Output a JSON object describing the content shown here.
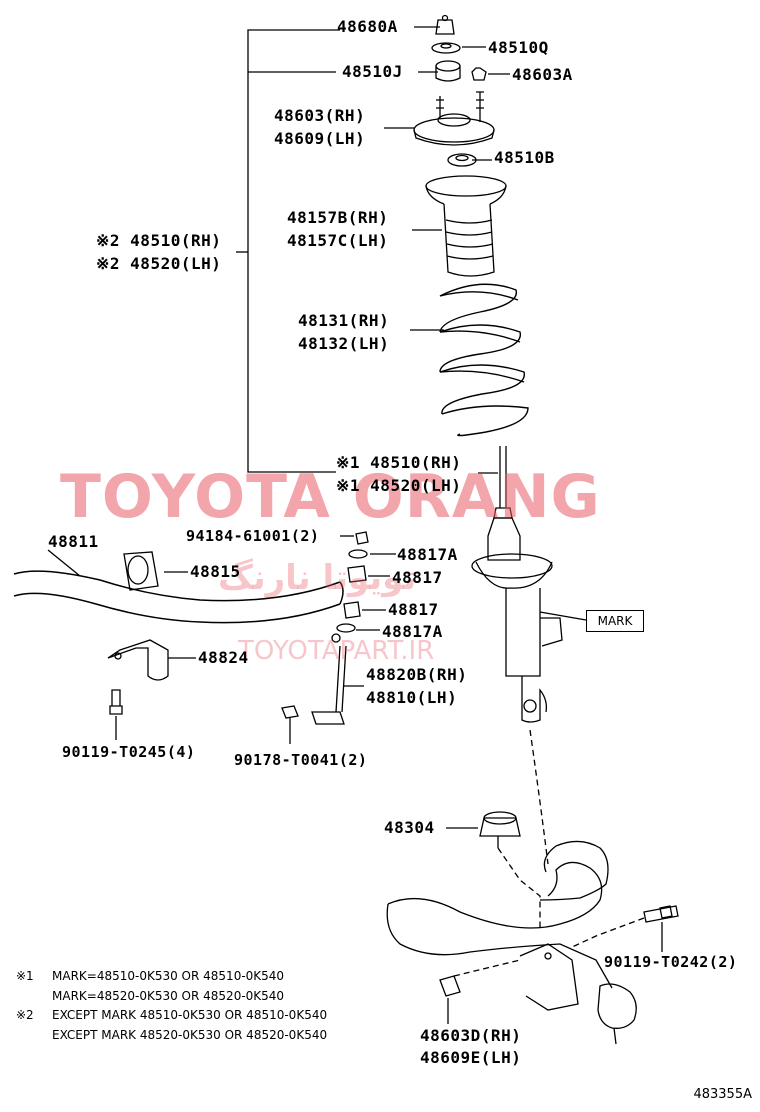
{
  "labels": {
    "p48680A": "48680A",
    "p48510Q": "48510Q",
    "p48510J": "48510J",
    "p48603A": "48603A",
    "p48603RH": "48603(RH)",
    "p48609LH": "48609(LH)",
    "p48510B": "48510B",
    "p48157B": "48157B(RH)",
    "p48157C": "48157C(LH)",
    "p48510RH_assy": "※2 48510(RH)",
    "p48520LH_assy": "※2 48520(LH)",
    "p48131": "48131(RH)",
    "p48132": "48132(LH)",
    "p48510RH_strut": "※1 48510(RH)",
    "p48520LH_strut": "※1 48520(LH)",
    "p94184": "94184-61001(2)",
    "p48817A_top": "48817A",
    "p48817_top": "48817",
    "p48817_bot": "48817",
    "p48817A_bot": "48817A",
    "p48811": "48811",
    "p48815": "48815",
    "p48824": "48824",
    "p48820B": "48820B(RH)",
    "p48810": "48810(LH)",
    "p90119_T0245": "90119-T0245(4)",
    "p90178": "90178-T0041(2)",
    "p48304": "48304",
    "p90119_T0242": "90119-T0242(2)",
    "p48603D": "48603D(RH)",
    "p48609E": "48609E(LH)",
    "mark": "MARK"
  },
  "notes": {
    "n1_sym": "※1",
    "n1_line1": "MARK=48510-0K530 OR 48510-0K540",
    "n1_line2": "MARK=48520-0K530 OR 48520-0K540",
    "n2_sym": "※2",
    "n2_line1": "EXCEPT MARK 48510-0K530 OR 48510-0K540",
    "n2_line2": "EXCEPT MARK 48520-0K530 OR 48520-0K540"
  },
  "watermark": {
    "main": "TOYOTA ORANG",
    "persian": "تویوتا نارنگ",
    "url": "TOYOTAPART.IR"
  },
  "document_number": "483355A"
}
